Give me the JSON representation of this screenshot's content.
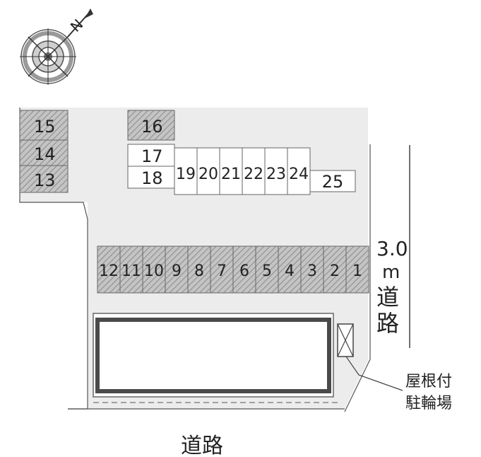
{
  "compass": {
    "north_label": "N",
    "icon": "compass-icon"
  },
  "lot": {
    "spaces": {
      "left_column": [
        "15",
        "14",
        "13"
      ],
      "top_single": "16",
      "middle_pair": [
        "17",
        "18"
      ],
      "top_row": [
        "19",
        "20",
        "21",
        "22",
        "23",
        "24"
      ],
      "end_space": "25",
      "main_row": [
        "12",
        "11",
        "10",
        "9",
        "8",
        "7",
        "6",
        "5",
        "4",
        "3",
        "2",
        "1"
      ]
    },
    "covered_spaces": [
      "15",
      "14",
      "13",
      "16",
      "12",
      "11",
      "10",
      "9",
      "8",
      "7",
      "6",
      "5",
      "4",
      "3",
      "2",
      "1"
    ]
  },
  "road_east": {
    "width_number": "3.0",
    "width_unit": "m",
    "label_line1": "道",
    "label_line2": "路"
  },
  "road_south": {
    "label": "道路"
  },
  "bicycle_parking": {
    "line1": "屋根付",
    "line2": "駐輪場"
  },
  "colors": {
    "lot_fill": "#ededed",
    "hatched_fill": "#bfbfbf",
    "building_border": "#555555",
    "line": "#444444"
  }
}
